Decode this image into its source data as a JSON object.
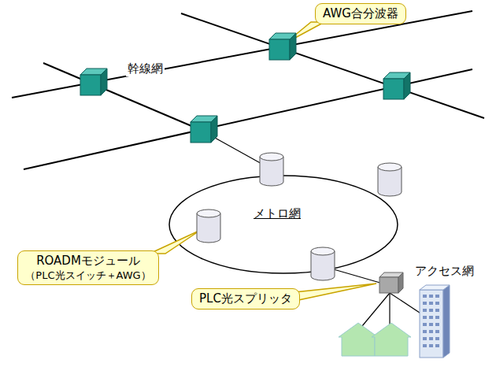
{
  "diagram": {
    "nodes": [
      {
        "text": [
          "AWG合分波器"
        ]
      },
      {
        "text": [
          "ROADMモジュール",
          "（PLC光スイッチ＋AWG）"
        ]
      },
      {
        "text": [
          "PLC光スプリッタ"
        ]
      }
    ],
    "labels": [
      "幹線網",
      "メトロ網",
      "アクセス網"
    ]
  }
}
